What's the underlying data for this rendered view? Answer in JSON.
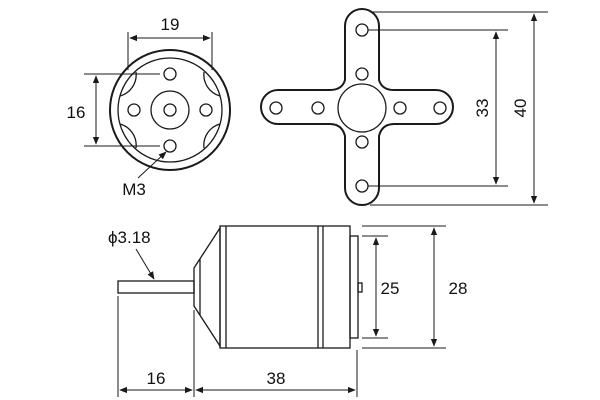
{
  "dimensions": {
    "front_width": "19",
    "front_height": "16",
    "front_hole": "M3",
    "mount_inner": "33",
    "mount_outer": "40",
    "shaft_diameter": "ϕ3.18",
    "body_inner_height": "25",
    "body_outer_height": "28",
    "shaft_length": "16",
    "body_length": "38"
  },
  "colors": {
    "line": "#1a1a1a",
    "background": "#ffffff"
  }
}
